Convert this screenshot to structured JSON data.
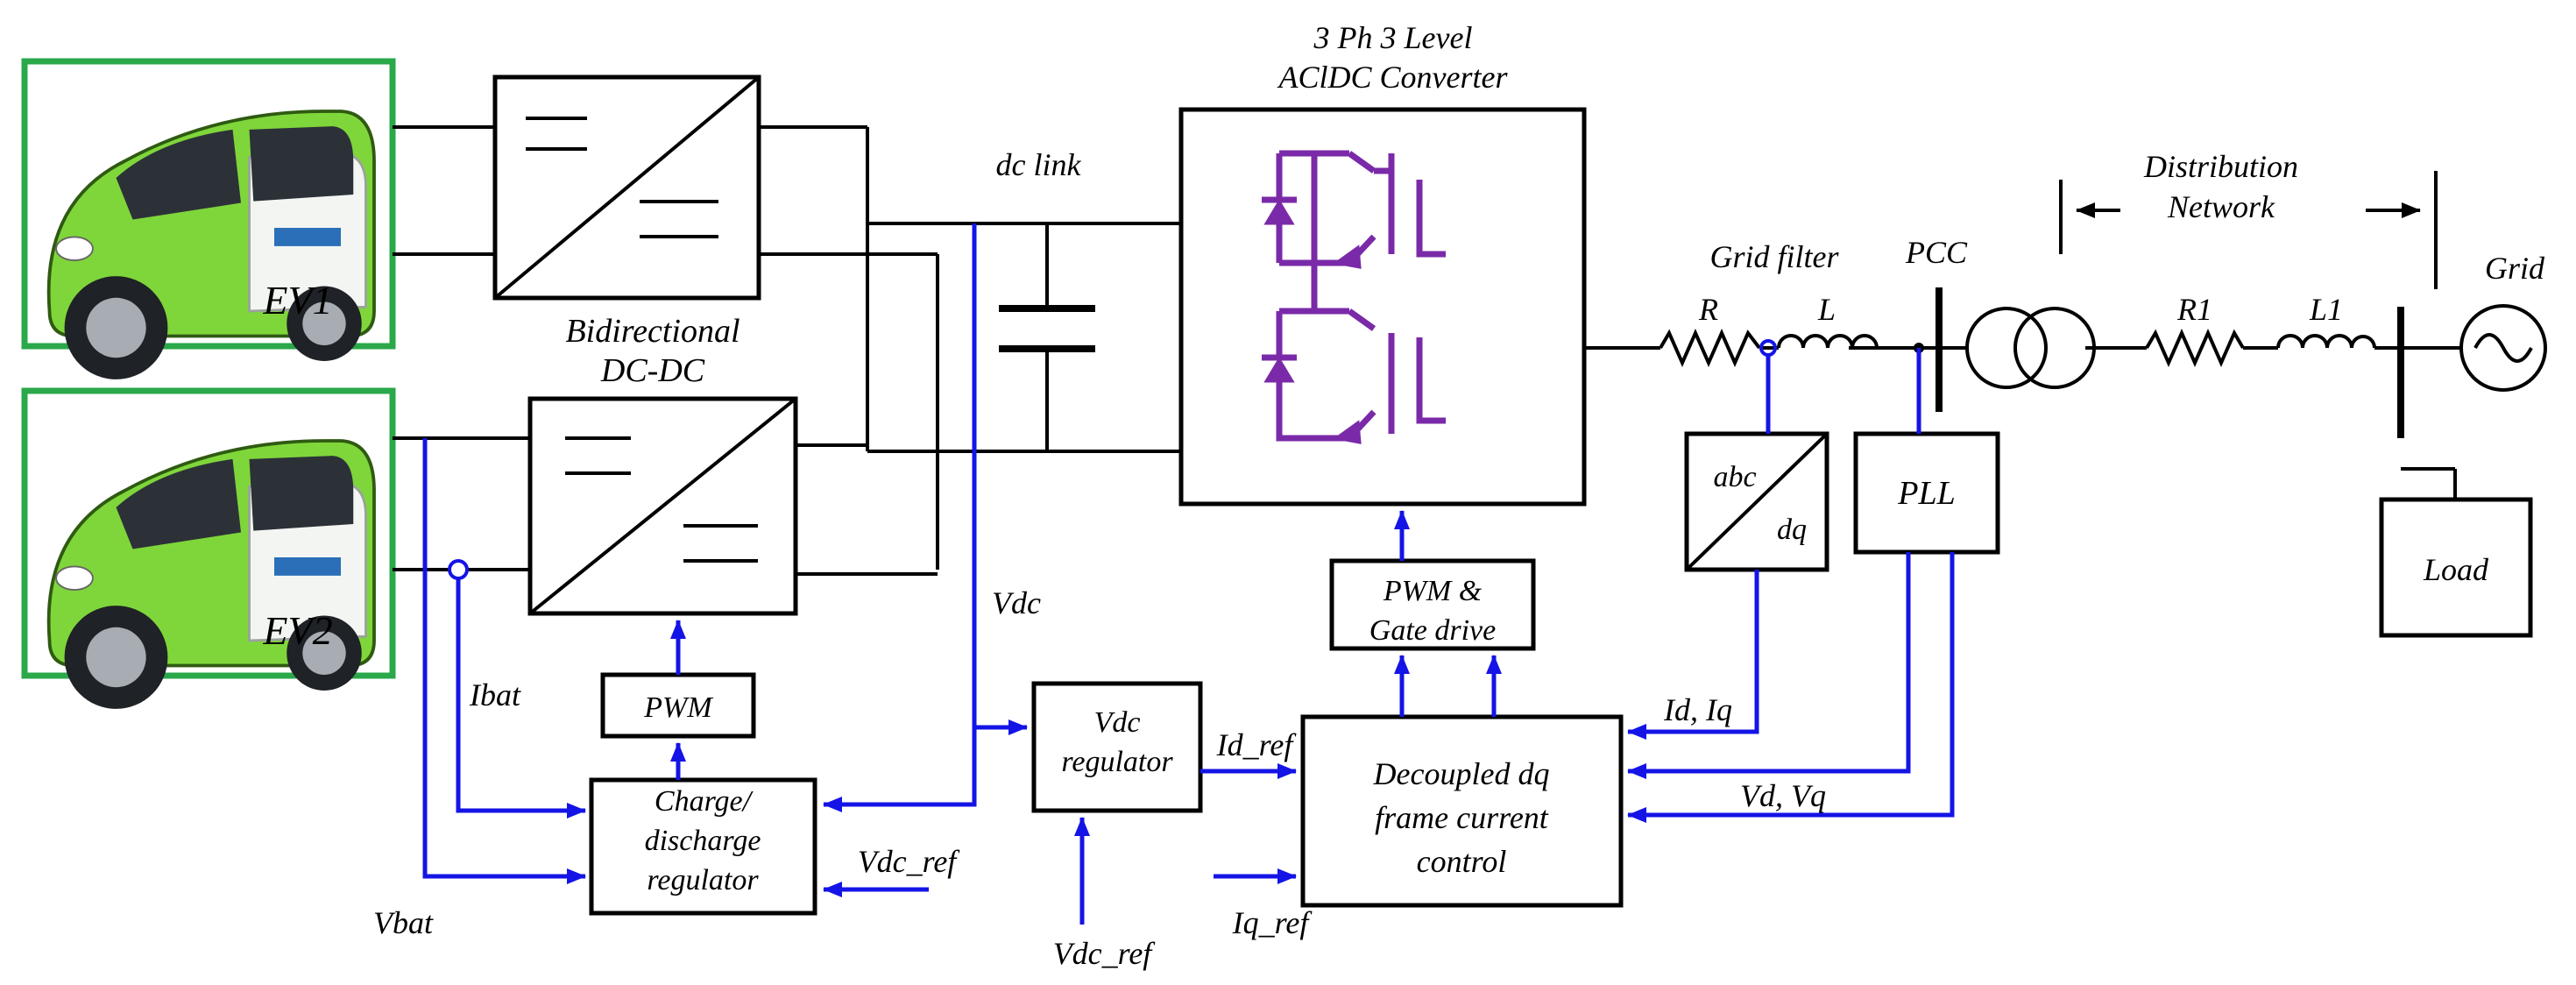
{
  "vehicles": {
    "ev1": "EV1",
    "ev2": "EV2"
  },
  "converters": {
    "dcdc_label_line1": "Bidirectional",
    "dcdc_label_line2": "DC-DC",
    "acdc_label_line1": "3 Ph 3 Level",
    "acdc_label_line2": "AClDC Converter",
    "dc_link": "dc link"
  },
  "grid_side": {
    "grid_filter": "Grid filter",
    "r": "R",
    "l": "L",
    "pcc": "PCC",
    "distribution_line1": "Distribution",
    "distribution_line2": "Network",
    "r1": "R1",
    "l1": "L1",
    "grid": "Grid",
    "load": "Load"
  },
  "blocks": {
    "abc": "abc",
    "dq": "dq",
    "pll": "PLL",
    "pwm_gate_line1": "PWM &",
    "pwm_gate_line2": "Gate drive",
    "pwm": "PWM",
    "charge_line1": "Charge/",
    "charge_line2": "discharge",
    "charge_line3": "regulator",
    "vdc_reg_line1": "Vdc",
    "vdc_reg_line2": "regulator",
    "current_ctrl_line1": "Decoupled dq",
    "current_ctrl_line2": "frame current",
    "current_ctrl_line3": "control"
  },
  "signals": {
    "vdc": "Vdc",
    "ibat": "Ibat",
    "vbat": "Vbat",
    "vdc_ref_charge": "Vdc_ref",
    "vdc_ref_reg": "Vdc_ref",
    "id_ref": "Id_ref",
    "iq_ref": "Iq_ref",
    "id_iq": "Id, Iq",
    "vd_vq": "Vd, Vq"
  },
  "colors": {
    "signal": "#1414e6",
    "frame": "#2aa84a",
    "switch": "#7a2aa8"
  }
}
